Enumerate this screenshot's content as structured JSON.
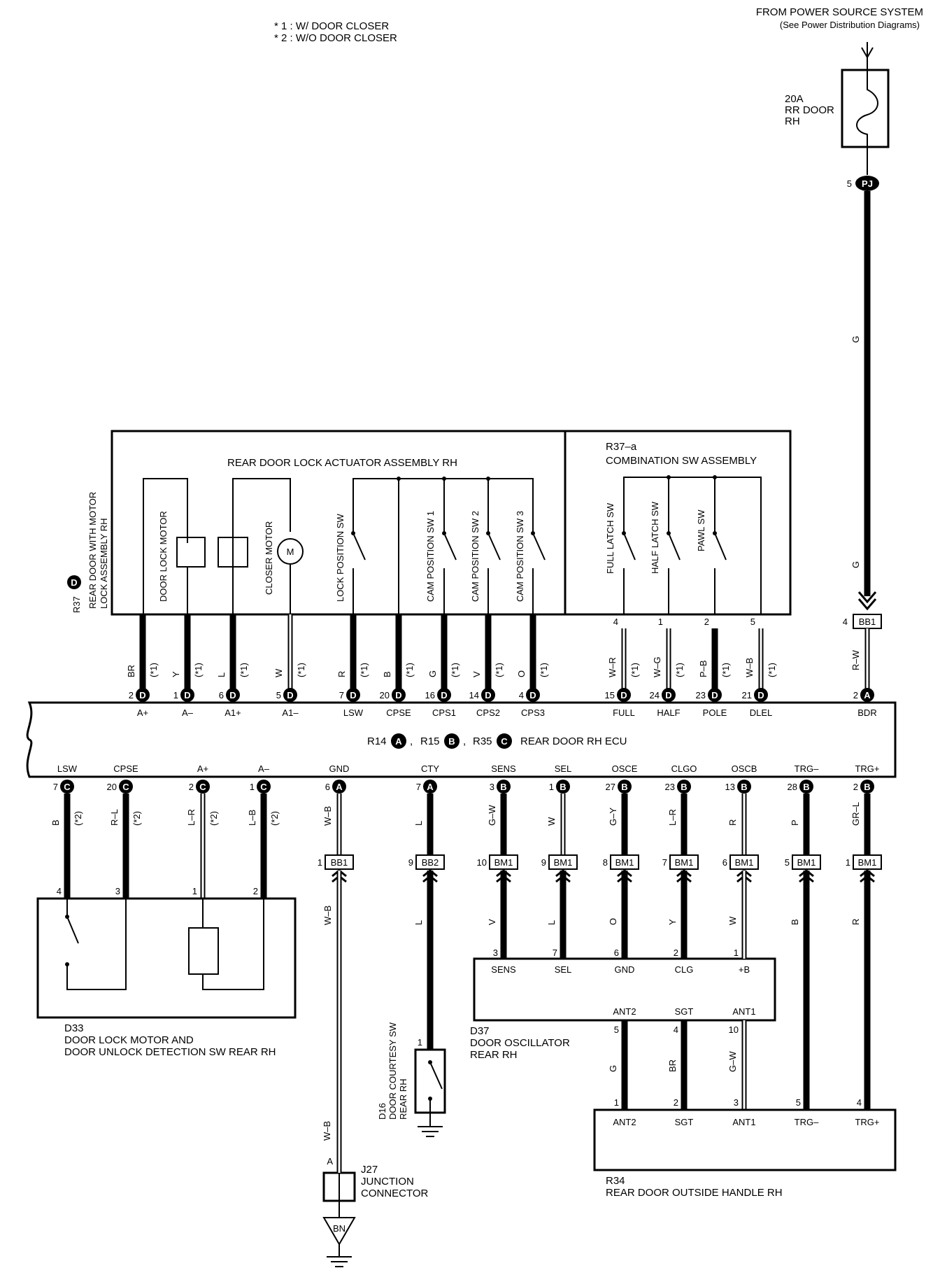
{
  "notes": [
    "* 1 : W/ DOOR CLOSER",
    "* 2 : W/O DOOR CLOSER"
  ],
  "power": {
    "title": "FROM POWER SOURCE SYSTEM",
    "subtitle": "(See Power Distribution Diagrams)",
    "fuse_lines": [
      "20A",
      "RR DOOR",
      "RH"
    ],
    "pj_pin": "5",
    "pj_label": "PJ",
    "wire_colors": [
      "G",
      "G"
    ],
    "bb1_pin": "4",
    "bb1_label": "BB1",
    "rw_color": "R–W"
  },
  "actuator": {
    "assembly_lines": [
      "REAR DOOR WITH MOTOR",
      "LOCK ASSEMBLY RH"
    ],
    "assembly_ref": "R37",
    "assembly_letter": "D",
    "title": "REAR DOOR LOCK ACTUATOR ASSEMBLY RH",
    "comb_ref": "R37–a",
    "comb_title": "COMBINATION SW ASSEMBLY",
    "components": [
      "DOOR LOCK MOTOR",
      "CLOSER MOTOR",
      "LOCK POSITION SW",
      "CAM POSITION SW 1",
      "CAM POSITION SW 2",
      "CAM POSITION SW 3",
      "FULL LATCH SW",
      "HALF LATCH SW",
      "PAWL SW"
    ],
    "motor_symbol": "M"
  },
  "comb_pins": [
    {
      "pin": "4",
      "color": "W–R",
      "tag": "(*1)"
    },
    {
      "pin": "1",
      "color": "W–G",
      "tag": "(*1)"
    },
    {
      "pin": "2",
      "color": "P–B",
      "tag": "(*1)"
    },
    {
      "pin": "5",
      "color": "W–B",
      "tag": "(*1)"
    }
  ],
  "ecu": {
    "refs": [
      "R14",
      "R15",
      "R35"
    ],
    "ref_letters": [
      "A",
      "B",
      "C"
    ],
    "name": "REAR DOOR RH ECU",
    "sep": ",",
    "top_terminals": [
      {
        "pin": "2",
        "letter": "D",
        "name": "A+",
        "color": "BR",
        "tag": "(*1)"
      },
      {
        "pin": "1",
        "letter": "D",
        "name": "A–",
        "color": "Y",
        "tag": "(*1)"
      },
      {
        "pin": "6",
        "letter": "D",
        "name": "A1+",
        "color": "L",
        "tag": "(*1)"
      },
      {
        "pin": "5",
        "letter": "D",
        "name": "A1–",
        "color": "W",
        "tag": "(*1)"
      },
      {
        "pin": "7",
        "letter": "D",
        "name": "LSW",
        "color": "R",
        "tag": "(*1)"
      },
      {
        "pin": "20",
        "letter": "D",
        "name": "CPSE",
        "color": "B",
        "tag": "(*1)"
      },
      {
        "pin": "16",
        "letter": "D",
        "name": "CPS1",
        "color": "G",
        "tag": "(*1)"
      },
      {
        "pin": "14",
        "letter": "D",
        "name": "CPS2",
        "color": "V",
        "tag": "(*1)"
      },
      {
        "pin": "4",
        "letter": "D",
        "name": "CPS3",
        "color": "O",
        "tag": "(*1)"
      },
      {
        "pin": "15",
        "letter": "D",
        "name": "FULL",
        "color": "W–R",
        "tag": "(*1)"
      },
      {
        "pin": "24",
        "letter": "D",
        "name": "HALF",
        "color": "W–G",
        "tag": "(*1)"
      },
      {
        "pin": "23",
        "letter": "D",
        "name": "POLE",
        "color": "P–B",
        "tag": "(*1)"
      },
      {
        "pin": "21",
        "letter": "D",
        "name": "DLEL",
        "color": "W–B",
        "tag": "(*1)"
      },
      {
        "pin": "2",
        "letter": "A",
        "name": "BDR",
        "color": "R–W",
        "tag": ""
      }
    ],
    "bottom_terminals": [
      {
        "pin": "7",
        "letter": "C",
        "name": "LSW",
        "color": "B",
        "tag": "(*2)"
      },
      {
        "pin": "20",
        "letter": "C",
        "name": "CPSE",
        "color": "R–L",
        "tag": "(*2)"
      },
      {
        "pin": "2",
        "letter": "C",
        "name": "A+",
        "color": "L–R",
        "tag": "(*2)"
      },
      {
        "pin": "1",
        "letter": "C",
        "name": "A–",
        "color": "L–B",
        "tag": "(*2)"
      },
      {
        "pin": "6",
        "letter": "A",
        "name": "GND",
        "color": "W–B",
        "tag": ""
      },
      {
        "pin": "7",
        "letter": "A",
        "name": "CTY",
        "color": "L",
        "tag": ""
      },
      {
        "pin": "3",
        "letter": "B",
        "name": "SENS",
        "color": "G–W",
        "tag": ""
      },
      {
        "pin": "1",
        "letter": "B",
        "name": "SEL",
        "color": "W",
        "tag": ""
      },
      {
        "pin": "27",
        "letter": "B",
        "name": "OSCE",
        "color": "G–Y",
        "tag": ""
      },
      {
        "pin": "23",
        "letter": "B",
        "name": "CLGO",
        "color": "L–R",
        "tag": ""
      },
      {
        "pin": "13",
        "letter": "B",
        "name": "OSCB",
        "color": "R",
        "tag": ""
      },
      {
        "pin": "28",
        "letter": "B",
        "name": "TRG–",
        "color": "P",
        "tag": ""
      },
      {
        "pin": "2",
        "letter": "B",
        "name": "TRG+",
        "color": "GR–L",
        "tag": ""
      }
    ]
  },
  "junctions": [
    {
      "pin": "1",
      "label": "BB1",
      "color": "W–B"
    },
    {
      "pin": "9",
      "label": "BB2",
      "color": "L"
    },
    {
      "pin": "10",
      "label": "BM1",
      "color": "V"
    },
    {
      "pin": "9",
      "label": "BM1",
      "color": "L"
    },
    {
      "pin": "8",
      "label": "BM1",
      "color": "O"
    },
    {
      "pin": "7",
      "label": "BM1",
      "color": "Y"
    },
    {
      "pin": "6",
      "label": "BM1",
      "color": "W"
    },
    {
      "pin": "5",
      "label": "BM1",
      "color": "B"
    },
    {
      "pin": "1",
      "label": "BM1",
      "color": "R"
    }
  ],
  "d33": {
    "ref": "D33",
    "name_lines": [
      "DOOR LOCK MOTOR AND",
      "DOOR UNLOCK DETECTION SW REAR RH"
    ],
    "pins": [
      "4",
      "3",
      "1",
      "2"
    ]
  },
  "d16": {
    "ref": "D16",
    "name_lines": [
      "DOOR COURTESY SW",
      "REAR RH"
    ],
    "pin": "1"
  },
  "j27": {
    "ref": "J27",
    "name_lines": [
      "JUNCTION",
      "CONNECTOR"
    ],
    "pin": "A",
    "wire_color": "W–B",
    "ground_label": "BN"
  },
  "d37": {
    "ref": "D37",
    "name_lines": [
      "DOOR OSCILLATOR",
      "REAR RH"
    ],
    "top_pins": [
      {
        "pin": "3",
        "name": "SENS"
      },
      {
        "pin": "7",
        "name": "SEL"
      },
      {
        "pin": "6",
        "name": "GND"
      },
      {
        "pin": "2",
        "name": "CLG"
      },
      {
        "pin": "1",
        "name": "+B"
      }
    ],
    "bottom_pins": [
      {
        "pin": "5",
        "name": "ANT2",
        "color": "G"
      },
      {
        "pin": "4",
        "name": "SGT",
        "color": "BR"
      },
      {
        "pin": "10",
        "name": "ANT1",
        "color": "G–W"
      }
    ]
  },
  "r34": {
    "ref": "R34",
    "name": "REAR DOOR OUTSIDE HANDLE RH",
    "pins": [
      {
        "pin": "1",
        "name": "ANT2"
      },
      {
        "pin": "2",
        "name": "SGT"
      },
      {
        "pin": "3",
        "name": "ANT1"
      },
      {
        "pin": "5",
        "name": "TRG–"
      },
      {
        "pin": "4",
        "name": "TRG+"
      }
    ]
  }
}
